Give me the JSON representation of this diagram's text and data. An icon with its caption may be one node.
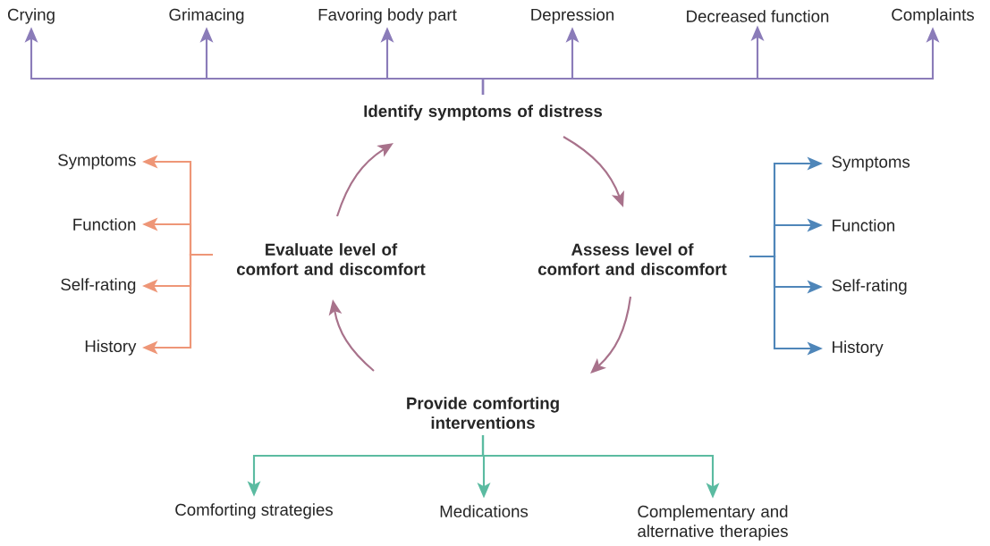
{
  "diagram": {
    "nodes": [
      {
        "text": [
          "Identify symptoms of distress"
        ]
      },
      {
        "text": [
          "Assess level of comfort and discomfort"
        ]
      },
      {
        "text": [
          "Provide comforting interventions"
        ]
      },
      {
        "text": [
          "Evaluate level of comfort and discomfort"
        ]
      },
      {
        "text": [
          "Crying"
        ]
      },
      {
        "text": [
          "Grimacing"
        ]
      },
      {
        "text": [
          "Favoring body part"
        ]
      },
      {
        "text": [
          "Depression"
        ]
      },
      {
        "text": [
          "Decreased function"
        ]
      },
      {
        "text": [
          "Complaints"
        ]
      },
      {
        "text": [
          "Symptoms"
        ]
      },
      {
        "text": [
          "Function"
        ]
      },
      {
        "text": [
          "Self-rating"
        ]
      },
      {
        "text": [
          "History"
        ]
      },
      {
        "text": [
          "Symptoms"
        ]
      },
      {
        "text": [
          "Function"
        ]
      },
      {
        "text": [
          "Self-rating"
        ]
      },
      {
        "text": [
          "History"
        ]
      },
      {
        "text": [
          "Comforting strategies"
        ]
      },
      {
        "text": [
          "Medications"
        ]
      },
      {
        "text": [
          "Complementary and alternative therapies"
        ]
      }
    ],
    "edges": [
      {
        "from": 0,
        "to": 1,
        "arrow": "to",
        "color": "#a8728b"
      },
      {
        "from": 1,
        "to": 2,
        "arrow": "to",
        "color": "#a8728b"
      },
      {
        "from": 2,
        "to": 3,
        "arrow": "to",
        "color": "#a8728b"
      },
      {
        "from": 3,
        "to": 0,
        "arrow": "to",
        "color": "#a8728b"
      },
      {
        "from": 0,
        "to": 4,
        "arrow": "to",
        "color": "#8b7cb9"
      },
      {
        "from": 0,
        "to": 5,
        "arrow": "to",
        "color": "#8b7cb9"
      },
      {
        "from": 0,
        "to": 6,
        "arrow": "to",
        "color": "#8b7cb9"
      },
      {
        "from": 0,
        "to": 7,
        "arrow": "to",
        "color": "#8b7cb9"
      },
      {
        "from": 0,
        "to": 8,
        "arrow": "to",
        "color": "#8b7cb9"
      },
      {
        "from": 0,
        "to": 9,
        "arrow": "to",
        "color": "#8b7cb9"
      },
      {
        "from": 3,
        "to": 10,
        "arrow": "to",
        "color": "#ee9677"
      },
      {
        "from": 3,
        "to": 11,
        "arrow": "to",
        "color": "#ee9677"
      },
      {
        "from": 3,
        "to": 12,
        "arrow": "to",
        "color": "#ee9677"
      },
      {
        "from": 3,
        "to": 13,
        "arrow": "to",
        "color": "#ee9677"
      },
      {
        "from": 1,
        "to": 14,
        "arrow": "to",
        "color": "#4f86b9"
      },
      {
        "from": 1,
        "to": 15,
        "arrow": "to",
        "color": "#4f86b9"
      },
      {
        "from": 1,
        "to": 16,
        "arrow": "to",
        "color": "#4f86b9"
      },
      {
        "from": 1,
        "to": 17,
        "arrow": "to",
        "color": "#4f86b9"
      },
      {
        "from": 2,
        "to": 18,
        "arrow": "to",
        "color": "#5bbba1"
      },
      {
        "from": 2,
        "to": 19,
        "arrow": "to",
        "color": "#5bbba1"
      },
      {
        "from": 2,
        "to": 20,
        "arrow": "to",
        "color": "#5bbba1"
      }
    ]
  }
}
